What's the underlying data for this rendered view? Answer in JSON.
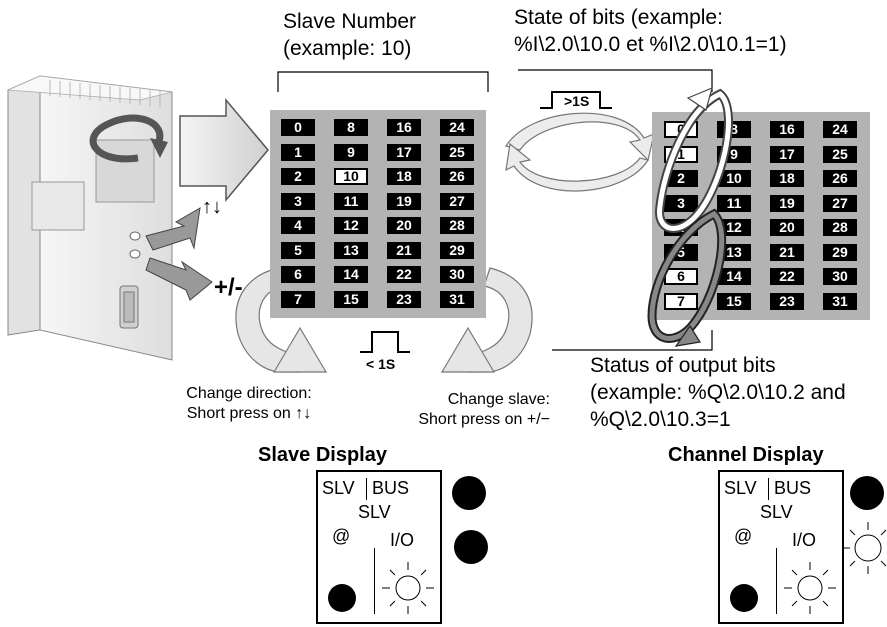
{
  "labels": {
    "slave_number": [
      "Slave Number",
      "(example: 10)"
    ],
    "state_of_bits": [
      "State of bits (example:",
      "%I\\2.0\\10.0 et %I\\2.0\\10.1=1)"
    ],
    "status_output": [
      "Status of output bits",
      "(example: %Q\\2.0\\10.2 and",
      "%Q\\2.0\\10.3=1"
    ],
    "pulse_gt": ">1S",
    "pulse_lt": "< 1S",
    "arrows_symbol": "↑↓",
    "plusminus": "+/-",
    "change_direction": [
      "Change direction:",
      "Short press on ↑↓"
    ],
    "change_slave": [
      "Change slave:",
      "Short press on +/−"
    ]
  },
  "slave_grid": {
    "columns": [
      [
        "0",
        "1",
        "2",
        "3",
        "4",
        "5",
        "6",
        "7"
      ],
      [
        "8",
        "9",
        "10",
        "11",
        "12",
        "13",
        "14",
        "15"
      ],
      [
        "16",
        "17",
        "18",
        "19",
        "20",
        "21",
        "22",
        "23"
      ],
      [
        "24",
        "25",
        "26",
        "27",
        "28",
        "29",
        "30",
        "31"
      ]
    ],
    "highlighted": [
      "10"
    ]
  },
  "channel_grid": {
    "columns": [
      [
        "0",
        "1",
        "2",
        "3",
        "4",
        "5",
        "6",
        "7"
      ],
      [
        "8",
        "9",
        "10",
        "11",
        "12",
        "13",
        "14",
        "15"
      ],
      [
        "16",
        "17",
        "18",
        "19",
        "20",
        "21",
        "22",
        "23"
      ],
      [
        "24",
        "25",
        "26",
        "27",
        "28",
        "29",
        "30",
        "31"
      ]
    ],
    "highlighted": [
      "0",
      "1",
      "6",
      "7"
    ]
  },
  "slave_display": {
    "title": "Slave Display",
    "slv": "SLV",
    "bus": "BUS",
    "slv2": "SLV",
    "at": "@",
    "io": "I/O"
  },
  "channel_display": {
    "title": "Channel Display",
    "slv": "SLV",
    "bus": "BUS",
    "slv2": "SLV",
    "at": "@",
    "io": "I/O"
  }
}
